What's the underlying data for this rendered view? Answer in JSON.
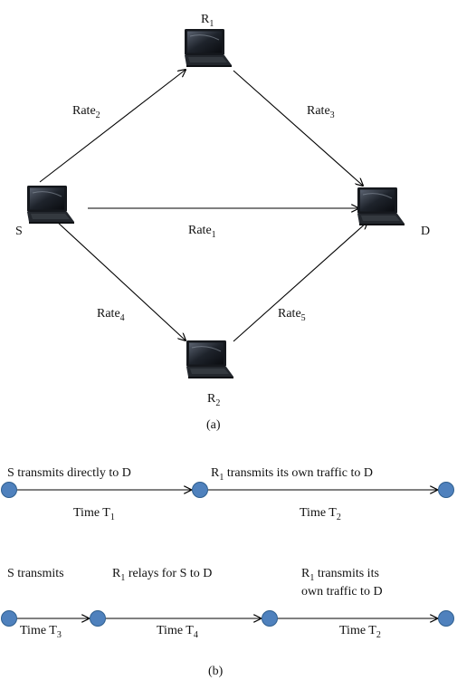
{
  "part_a": {
    "caption": "(a)",
    "nodes": {
      "S": "S",
      "D": "D",
      "R1": {
        "base": "R",
        "sub": "1"
      },
      "R2": {
        "base": "R",
        "sub": "2"
      }
    },
    "links": {
      "rate1": {
        "base": "Rate",
        "sub": "1"
      },
      "rate2": {
        "base": "Rate",
        "sub": "2"
      },
      "rate3": {
        "base": "Rate",
        "sub": "3"
      },
      "rate4": {
        "base": "Rate",
        "sub": "4"
      },
      "rate5": {
        "base": "Rate",
        "sub": "5"
      }
    },
    "icon": "laptop-icon"
  },
  "part_b": {
    "caption": "(b)",
    "scheme1": {
      "label1": "S transmits directly to D",
      "label2": {
        "pre": "R",
        "sub": "1",
        "post": " transmits its own traffic to D"
      },
      "time1": {
        "base": "Time T",
        "sub": "1"
      },
      "time2": {
        "base": "Time T",
        "sub": "2"
      }
    },
    "scheme2": {
      "label1": "S transmits",
      "label2": {
        "pre": "R",
        "sub": "1",
        "post": " relays for S to D"
      },
      "label3_line1": {
        "pre": "R",
        "sub": "1",
        "post": " transmits its"
      },
      "label3_line2": "own traffic to D",
      "time3": {
        "base": "Time T",
        "sub": "3"
      },
      "time4": {
        "base": "Time T",
        "sub": "4"
      },
      "time2": {
        "base": "Time T",
        "sub": "2"
      }
    },
    "node_color": "#4f81bd",
    "node_stroke": "#2f5f8f"
  }
}
